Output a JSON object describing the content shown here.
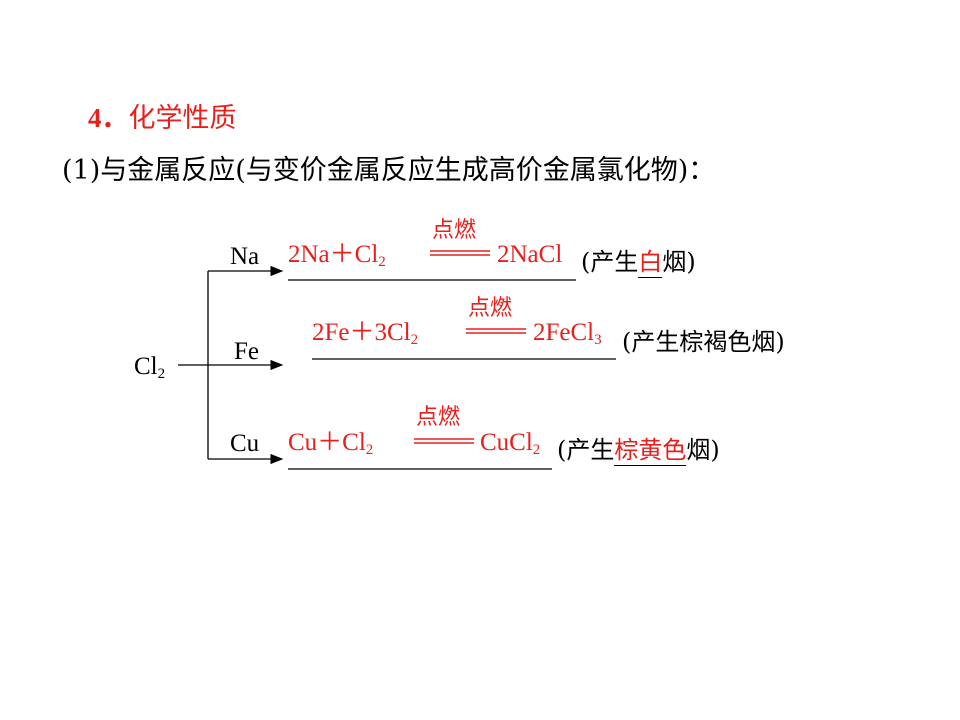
{
  "section": {
    "number": "4．",
    "title": "化学性质"
  },
  "intro": "(1)与金属反应(与变价金属反应生成高价金属氯化物)：",
  "reactant": {
    "symbol": "Cl",
    "sub": "2"
  },
  "branches": [
    {
      "metal": "Na",
      "equation": {
        "left": "2Na＋Cl",
        "left_sub": "2",
        "condition": "点燃",
        "right": "2NaCl",
        "right_sub": ""
      },
      "note_prefix": "(产生",
      "answer": "白",
      "note_suffix": "烟)"
    },
    {
      "metal": "Fe",
      "equation": {
        "left": "2Fe＋3Cl",
        "left_sub": "2",
        "condition": "点燃",
        "right": "2FeCl",
        "right_sub": "3"
      },
      "note": "(产生棕褐色烟)"
    },
    {
      "metal": "Cu",
      "equation": {
        "left": "Cu＋Cl",
        "left_sub": "2",
        "condition": "点燃",
        "right": "CuCl",
        "right_sub": "2"
      },
      "note_prefix": "(产生",
      "answer": "棕黄色",
      "note_suffix": "烟)"
    }
  ],
  "colors": {
    "answer": "#e8201c",
    "text": "#000000"
  }
}
